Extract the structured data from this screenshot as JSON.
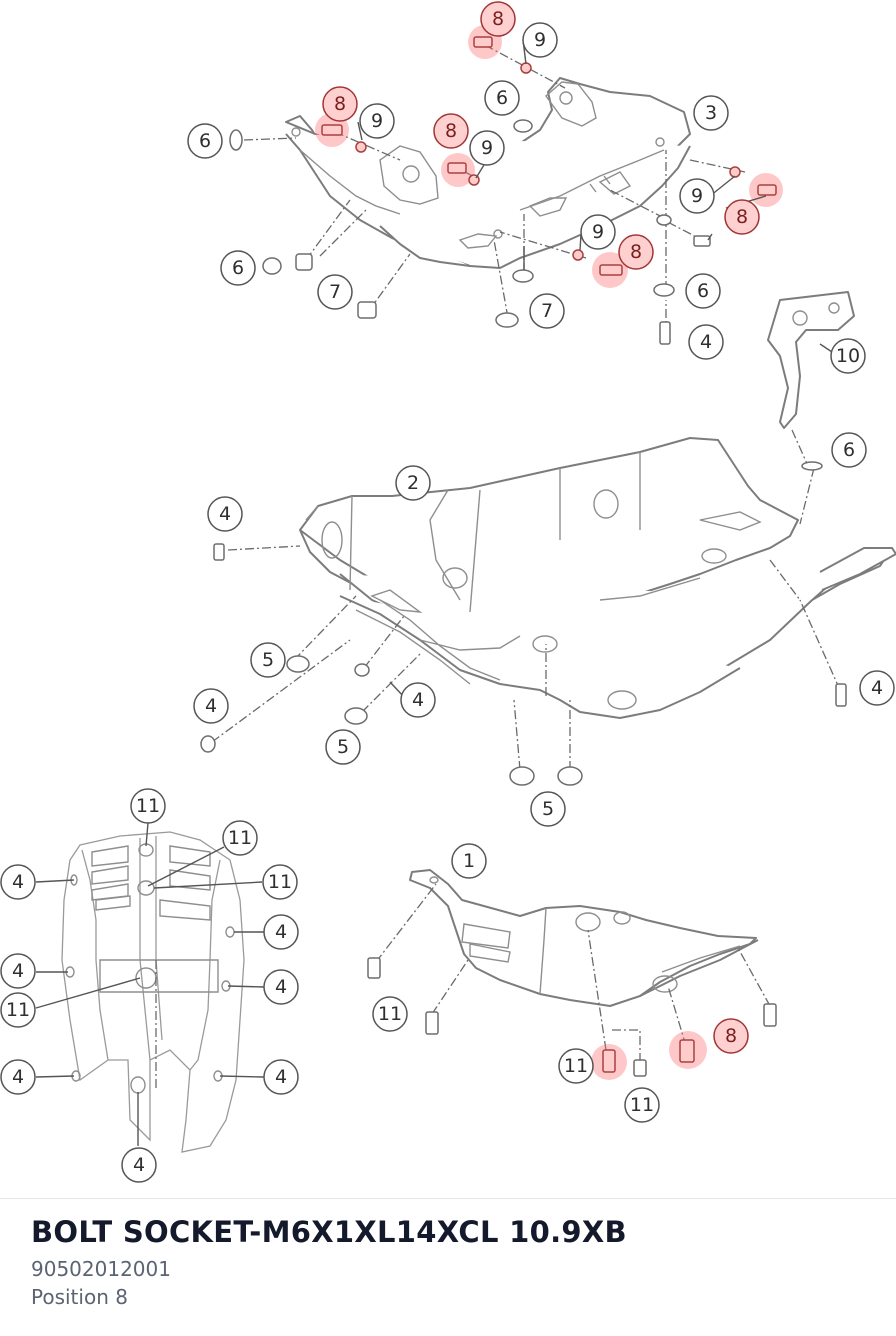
{
  "part": {
    "title": "BOLT SOCKET-M6X1XL14XCL 10.9XB",
    "number": "90502012001",
    "position": "Position 8"
  },
  "highlight_color": "#ff6f6f",
  "callouts": {
    "c01": "8",
    "c02": "9",
    "c03": "6",
    "c04": "3",
    "c05": "8",
    "c06": "9",
    "c07": "6",
    "c08": "8",
    "c09": "9",
    "c10": "9",
    "c11": "8",
    "c12": "9",
    "c13": "8",
    "c14": "6",
    "c15": "7",
    "c16": "7",
    "c17": "6",
    "c18": "4",
    "c19": "10",
    "c20": "6",
    "c21": "2",
    "c22": "4",
    "c23": "5",
    "c24": "4",
    "c25": "4",
    "c26": "5",
    "c27": "4",
    "c28": "5",
    "c29": "11",
    "c30": "11",
    "c31": "4",
    "c32": "11",
    "c33": "4",
    "c34": "4",
    "c35": "4",
    "c36": "11",
    "c37": "4",
    "c38": "4",
    "c39": "4",
    "c40": "1",
    "c41": "11",
    "c42": "8",
    "c43": "11",
    "c44": "11"
  }
}
